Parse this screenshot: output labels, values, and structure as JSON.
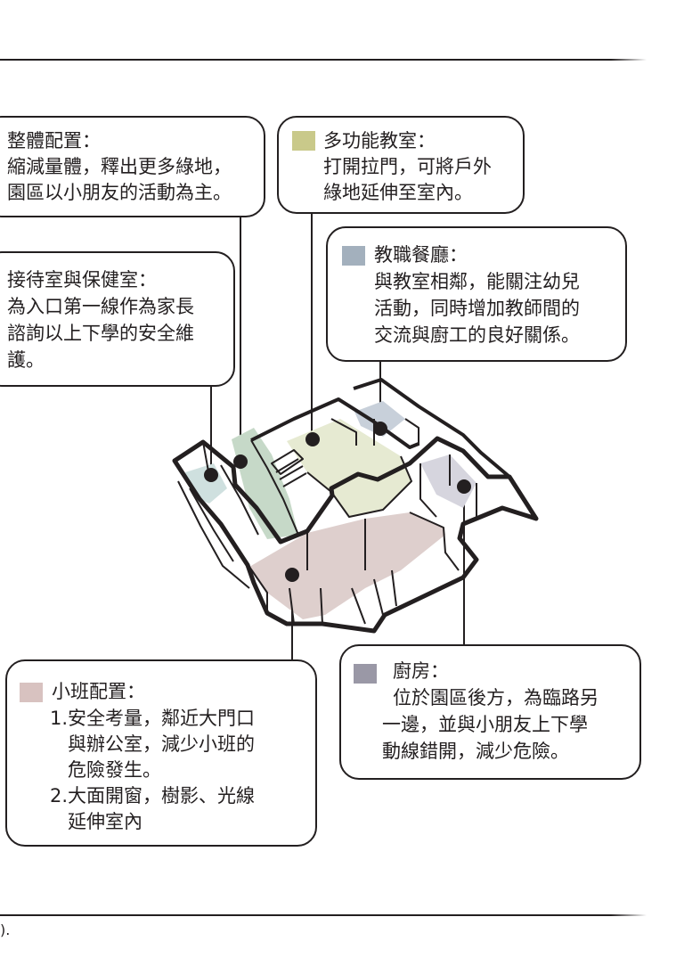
{
  "callouts": {
    "overall": {
      "title": "整體配置：",
      "lines": [
        "縮減量體，釋出更多綠地，",
        "園區以小朋友的活動為主。"
      ]
    },
    "multi": {
      "title": "多功能教室：",
      "lines": [
        "打開拉門，可將戶外",
        "綠地延伸至室內。"
      ],
      "swatch": "#c9c98a"
    },
    "dining": {
      "title": "教職餐廳：",
      "lines": [
        "與教室相鄰，能關注幼兒",
        "活動，同時增加教師間的",
        "交流與廚工的良好關係。"
      ],
      "swatch": "#a3b0bd"
    },
    "reception": {
      "title": "接待室與保健室：",
      "lines": [
        "為入口第一線作為家長",
        "諮詢以上下學的安全維",
        "護。"
      ]
    },
    "small": {
      "title": "小班配置：",
      "lines": [
        "1.安全考量，鄰近大門口",
        "與辦公室，減少小班的",
        "危險發生。",
        "2.大面開窗，樹影、光線",
        "延伸室內"
      ],
      "swatch": "#d8c2c0"
    },
    "kitchen": {
      "title": "廚房：",
      "lines": [
        "位於園區後方，為臨路另",
        "一邊，並與小朋友上下學",
        "動線錯開，減少危險。"
      ],
      "swatch": "#9a98a6"
    }
  },
  "zone_colors": {
    "green": "#c6d9c8",
    "multi_room": "#e6ead2",
    "small_class": "#decfcd",
    "dining_room": "#c8d0da",
    "kitchen_room": "#d6d5de",
    "reception_room": "#cfe0df"
  },
  "page_number": ").",
  "colors": {
    "line": "#231f20"
  }
}
